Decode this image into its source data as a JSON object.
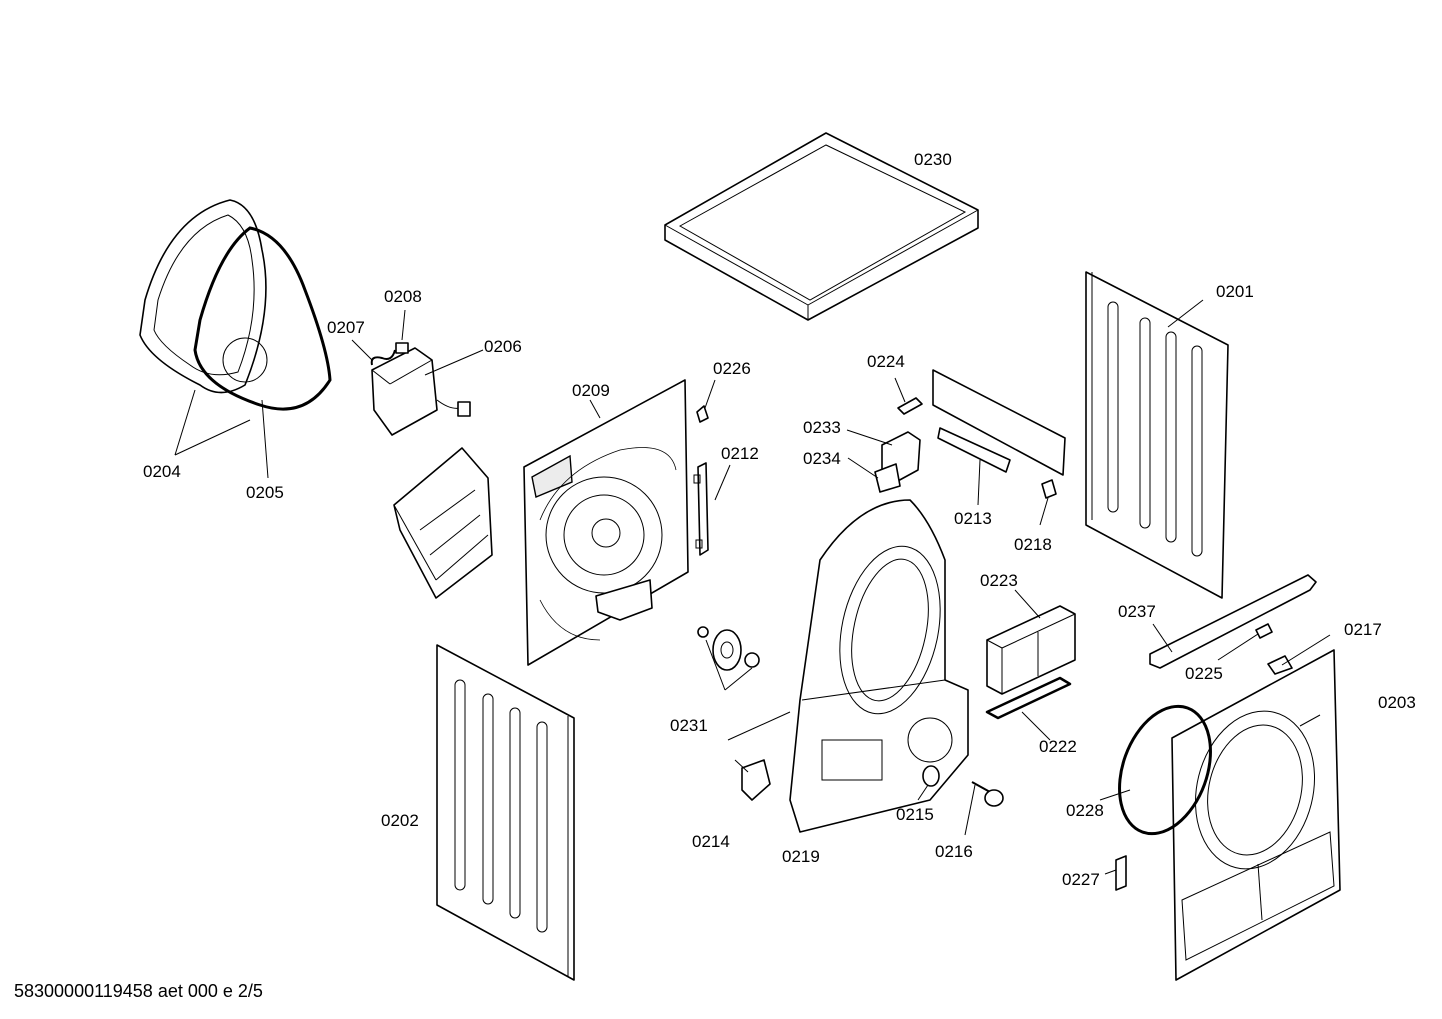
{
  "labels": {
    "p0201": "0201",
    "p0202": "0202",
    "p0203": "0203",
    "p0204": "0204",
    "p0205": "0205",
    "p0206": "0206",
    "p0207": "0207",
    "p0208": "0208",
    "p0209": "0209",
    "p0212": "0212",
    "p0213": "0213",
    "p0214": "0214",
    "p0215": "0215",
    "p0216": "0216",
    "p0217": "0217",
    "p0218": "0218",
    "p0219": "0219",
    "p0222": "0222",
    "p0223": "0223",
    "p0224": "0224",
    "p0225": "0225",
    "p0226": "0226",
    "p0227": "0227",
    "p0228": "0228",
    "p0230": "0230",
    "p0231": "0231",
    "p0233": "0233",
    "p0234": "0234",
    "p0237": "0237"
  },
  "footer": {
    "reference": "58300000119458 aet 000 e 2/5"
  }
}
